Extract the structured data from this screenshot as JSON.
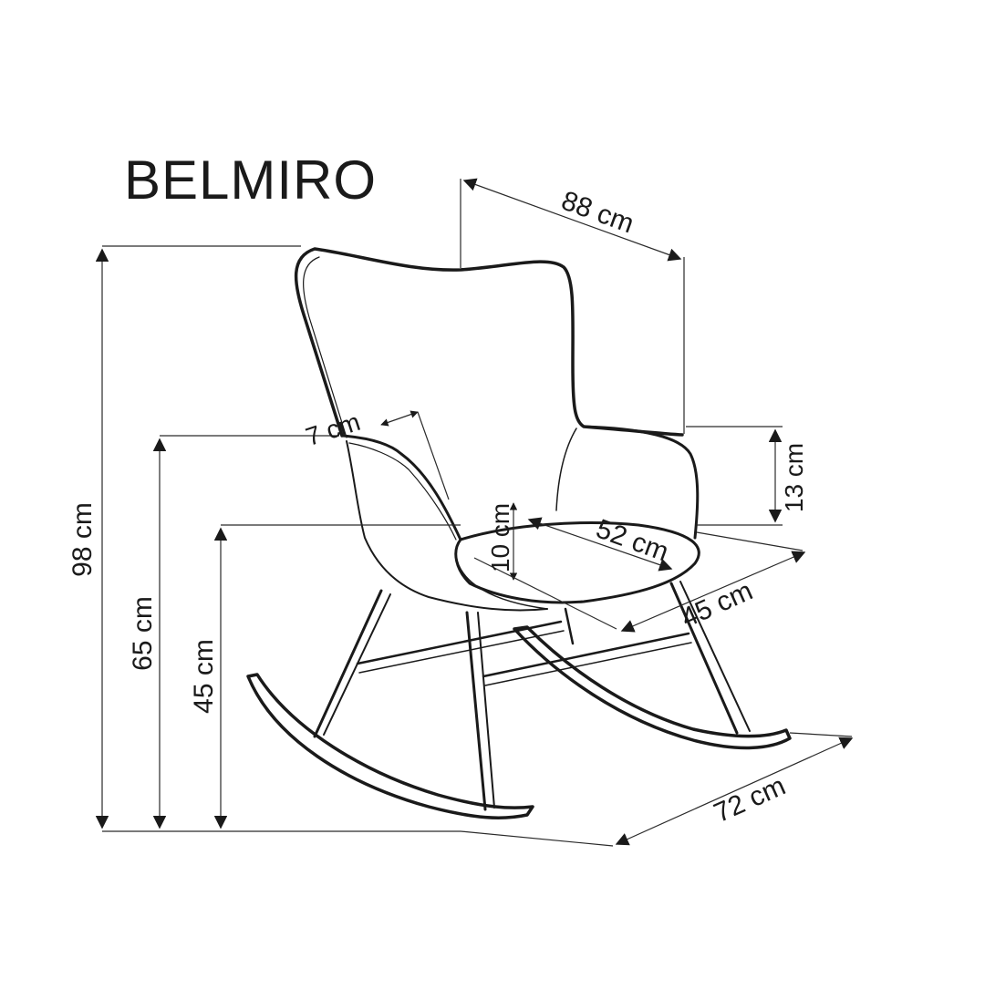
{
  "product_name": "BELMIRO",
  "dimensions": {
    "total_height": "98 cm",
    "armrest_height": "65 cm",
    "seat_height": "45 cm",
    "width": "88 cm",
    "armrest_above_seat": "13 cm",
    "seat_thickness": "10 cm",
    "armrest_width": "7 cm",
    "seat_width": "52 cm",
    "seat_depth": "45 cm",
    "depth": "72 cm"
  },
  "colors": {
    "line": "#1a1a1a",
    "background": "#ffffff"
  }
}
